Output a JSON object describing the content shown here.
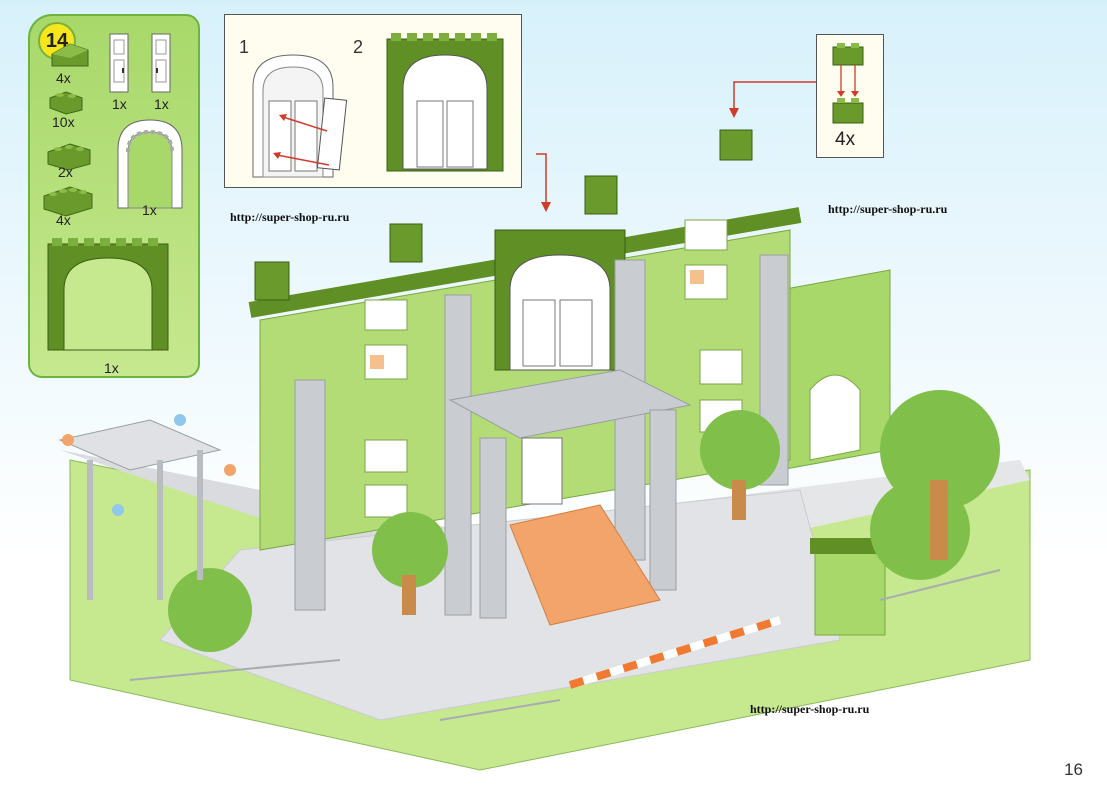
{
  "step": {
    "number": "14"
  },
  "parts": [
    {
      "name": "slope-brick",
      "qty": "4x"
    },
    {
      "name": "door-panel-a",
      "qty": "1x"
    },
    {
      "name": "door-panel-b",
      "qty": "1x"
    },
    {
      "name": "brick-1x2",
      "qty": "10x"
    },
    {
      "name": "brick-1x3",
      "qty": "2x"
    },
    {
      "name": "arched-window-frame",
      "qty": "1x"
    },
    {
      "name": "brick-1x4",
      "qty": "4x"
    },
    {
      "name": "green-arch",
      "qty": "1x"
    }
  ],
  "callouts": {
    "sub_step_1": "1",
    "sub_step_2": "2",
    "stack_qty": "4x"
  },
  "watermarks": {
    "left": "http://super-shop-ru.ru",
    "right": "http://super-shop-ru.ru",
    "bottom": "http://super-shop-ru.ru"
  },
  "page": {
    "number": "16"
  },
  "colors": {
    "light_green": "#a8d86a",
    "dark_green": "#6a9a2c",
    "gray": "#c9ccd0",
    "orange": "#f3a46a",
    "arrow_red": "#d23a2a"
  }
}
